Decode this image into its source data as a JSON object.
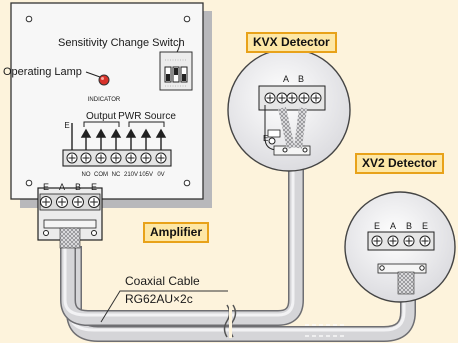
{
  "amplifier": {
    "name": "Amplifier",
    "switch_label": "Sensitivity Change Switch",
    "lamp_label": "Operating Lamp",
    "indicator_label": "INDICATOR",
    "e_label": "E",
    "output_label": "Output",
    "pwr_label": "PWR Source",
    "terminals": [
      "NO",
      "COM",
      "NC",
      "210V",
      "105V",
      "0V"
    ],
    "bottom_terminals": [
      "E",
      "A",
      "B",
      "E"
    ],
    "lamp_color": "#d8322a"
  },
  "kvx": {
    "name": "KVX Detector",
    "terminals": [
      "A",
      "B"
    ],
    "e_label": "E"
  },
  "xv2": {
    "name": "XV2 Detector",
    "terminals": [
      "E",
      "A",
      "B",
      "E"
    ]
  },
  "cable": {
    "line1": "Coaxial Cable",
    "line2": "RG62AU×2c"
  },
  "colors": {
    "background": "#fdf3dc",
    "label_fill": "#fde7a6",
    "label_border": "#e8a21a",
    "cable": "#c9c9cc",
    "cable_stroke": "#6e6e72"
  }
}
